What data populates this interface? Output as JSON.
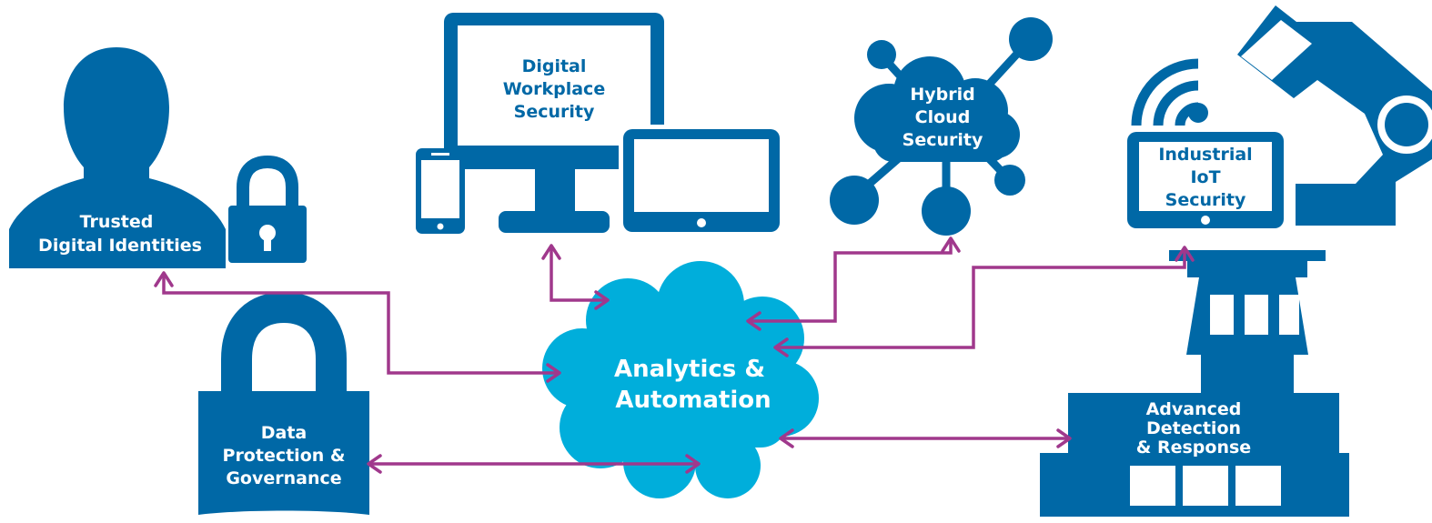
{
  "colors": {
    "icon_blue": "#0068a6",
    "cloud_cyan": "#00aedb",
    "connector_purple": "#a0388c",
    "background": "#ffffff"
  },
  "center": {
    "icon": "brain-cloud-icon",
    "line1": "Analytics &",
    "line2": "Automation"
  },
  "nodes": {
    "trusted_identities": {
      "icon": "user-with-padlock-icon",
      "line1": "Trusted",
      "line2": "Digital Identities"
    },
    "digital_workplace": {
      "icon": "devices-icon",
      "line1": "Digital",
      "line2": "Workplace",
      "line3": "Security"
    },
    "hybrid_cloud": {
      "icon": "network-cloud-icon",
      "line1": "Hybrid",
      "line2": "Cloud",
      "line3": "Security"
    },
    "industrial_iot": {
      "icon": "robot-arm-tablet-icon",
      "line1": "Industrial",
      "line2": "IoT",
      "line3": "Security"
    },
    "data_protection": {
      "icon": "padlock-icon",
      "line1": "Data",
      "line2": "Protection &",
      "line3": "Governance"
    },
    "detection_response": {
      "icon": "control-tower-icon",
      "line1": "Advanced",
      "line2": "Detection",
      "line3": "& Response"
    }
  }
}
